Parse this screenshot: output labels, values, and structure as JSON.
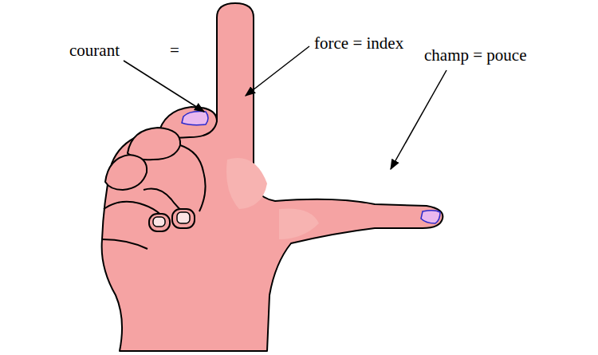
{
  "diagram": {
    "labels": [
      "force = index",
      "courant",
      "=",
      "champ = pouce"
    ]
  }
}
